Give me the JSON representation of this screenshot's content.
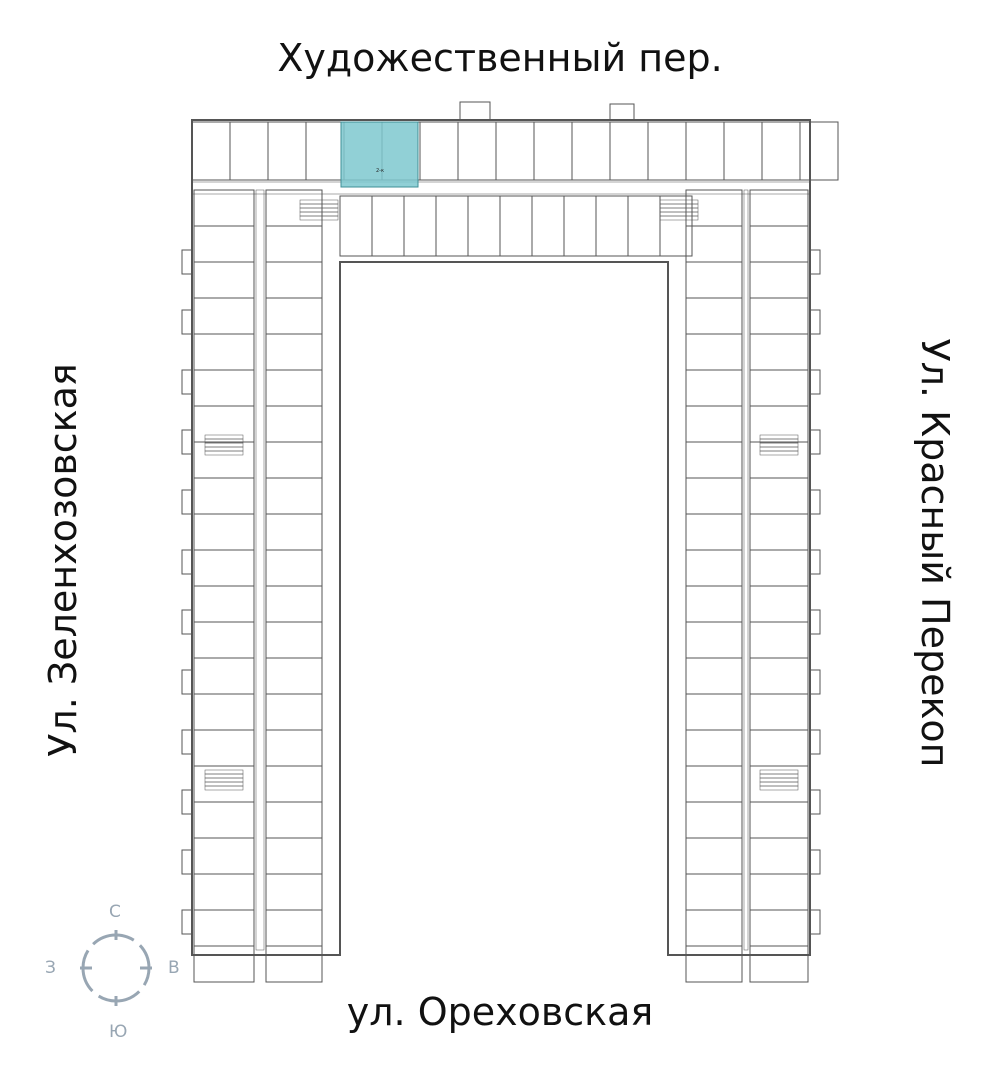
{
  "streets": {
    "north": "Художественный пер.",
    "south": "ул. Ореховская",
    "west": "Ул. Зеленхозовская",
    "east": "Ул. Красный Перекоп"
  },
  "compass": {
    "north": "С",
    "south": "Ю",
    "west": "З",
    "east": "В",
    "color": "#98a6b3"
  },
  "highlighted_apartment": {
    "rooms": "2-к",
    "color": "#7ec8cf"
  }
}
